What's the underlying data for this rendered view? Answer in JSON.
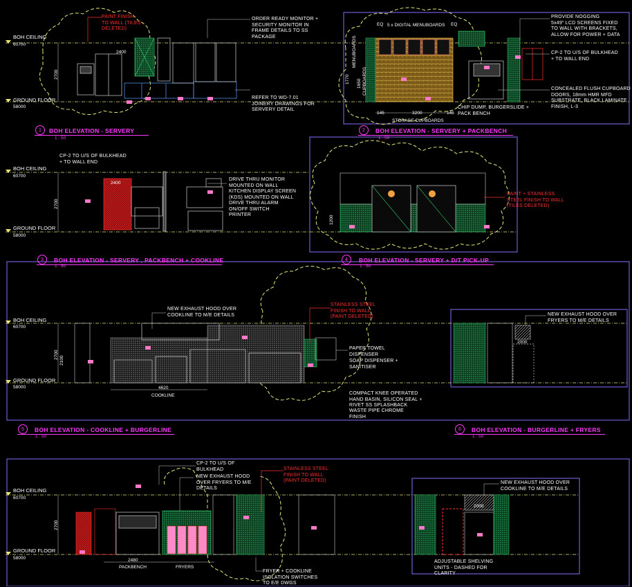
{
  "levels": {
    "ceiling_label": "BOH CEILING",
    "ceiling_value": "60700",
    "floor_label": "GROUND FLOOR",
    "floor_value": "58000",
    "height_dim": "2700"
  },
  "colors": {
    "background": "#000000",
    "annotation": "#ffffff",
    "deleted_note": "#ff3030",
    "title": "#ff38ff",
    "revision_cloud": "#e8e878",
    "level_line": "#e8e878",
    "frame": "#8a6cff",
    "tile": "#2fbf6a",
    "timber": "#d4a843",
    "tag": "#ff79c8"
  },
  "views": [
    {
      "num": "1",
      "title": "BOH ELEVATION - SERVERY",
      "scale": "1 : 50"
    },
    {
      "num": "2",
      "title": "BOH ELEVATION - SERVERY + PACKBENCH",
      "scale": "1 : 50"
    },
    {
      "num": "3",
      "title": "BOH ELEVATION - SERVERY , PACKBENCH + COOKLINE",
      "scale": "1 : 50"
    },
    {
      "num": "4",
      "title": "BOH ELEVATION - SERVERY + D/T PICK-UP",
      "scale": "1 : 50"
    },
    {
      "num": "5",
      "title": "BOH ELEVATION - COOKLINE + BURGERLINE",
      "scale": "1 : 50"
    },
    {
      "num": "6",
      "title": "BOH ELEVATION - BURGERLINE + FRYERS",
      "scale": "1 : 50"
    }
  ],
  "notes": {
    "v1_paint_deleted": "PAINT FINISH\nTO WALL (TILES\nDELETED)",
    "v1_order_monitor": "ORDER READY MONITOR +\nSECURITY MONITOR IN\nFRAME DETAILS TO SS\nPACKAGE",
    "v1_refer": "REFER TO WD-7.01\nJOINERY DRAWINGS FOR\nSERVERY DETAIL",
    "v2_menuboards": "5 x DIGITAL MENUBOARDS",
    "v2_nogging": "PROVIDE NOGGING\n5x49\" LCD SCREENS FIXED\nTO WALL WITH BRACKETS,\nALLOW FOR POWER + DATA",
    "v2_cp2": "CP-2 TO U/S OF BULKHEAD\n+ TO WALL END",
    "v2_cupboard": "CONCEALED FLUSH CUPBOARD\nDOORS, 18mm HMR MFD\nSUBSTRATE, BLACK LAMINATE\nFINISH, L-3",
    "v2_chipdump": "CHIP DUMP, BURGERSLIDE +\nPACK BENCH",
    "v2_storage": "STORAGE CUPBOARDS",
    "v2_menuboards_v": "MENUBOARDS",
    "v2_cupboards_v": "CUPBOARDS",
    "v2_dim_eq": "EQ",
    "v2_dim_3200": "3200",
    "v2_dim_145a": "145",
    "v2_dim_145b": "145",
    "v2_dim_1770": "1770",
    "v2_dim_1650": "1650",
    "v3_cp2": "CP-2 TO U/S OF BULKHEAD\n+ TO WALL END",
    "v3_drivethru": "DRIVE THRU MONITOR\nMOUNTED ON WALL\nKITCHEN DISPLAY SCREEN\n(KDS) MOUNTED ON WALL\nDRIVE THRU ALARM\nON/OFF SWITCH\nPRINTER",
    "v4_paint": "PAINT + STAINLESS\nSTEEL FINISH TO WALL\n(TILES DELETED)",
    "v4_dim_1200": "1200",
    "v5_exhaust": "NEW EXHAUST HOOD OVER\nCOOKLINE TO M/E DETAILS",
    "v5_stainless": "STAINLESS STEEL\nFINISH TO WALL\n(PAINT DELETED)",
    "v5_paper": "PAPER TOWEL\nDISPENSER",
    "v5_soap": "SOAP DISPENSER +\nSANITISER",
    "v5_basin": "COMPACT KNEE OPERATED\nHAND BASIN, SILICON SEAL +\nRIVET SS SPLASHBACK",
    "v5_waste": "WASTE PIPE CHROME\nFINISH",
    "v5_dim_4620": "4620",
    "v5_cookline": "COOKLINE",
    "v5_dim_2100": "2100",
    "v6_exhaust": "NEW EXHAUST HOOD OVER\nFRYERS TO M/E DETAILS",
    "v6_dim_2000": "2000",
    "v7_cp2": "CP-2 TO U/S OF\nBULKHEAD",
    "v7_exhaust": "NEW EXHAUST HOOD\nOVER FRYERS TO M/E\nDETAILS",
    "v7_stainless": "STAINLESS STEEL\nFINISH TO WALL\n(PAINT DELETED)",
    "v7_fryer": "FRYER + COOKLINE\nISOLATION SWITCHES\nTO E/E DWGS",
    "v7_dim_2480": "2480",
    "v7_packbench": "PACKBENCH",
    "v7_fryers": "FRYERS",
    "v8_exhaust": "NEW EXHAUST HOOD OVER\nCOOKLINE TO M/E DETAILS",
    "v8_shelving": "ADJUSTABLE SHELVING\nUNITS - DASHED FOR\nCLARITY",
    "dim_2400": "2400",
    "v8_dim_2000": "2000"
  }
}
